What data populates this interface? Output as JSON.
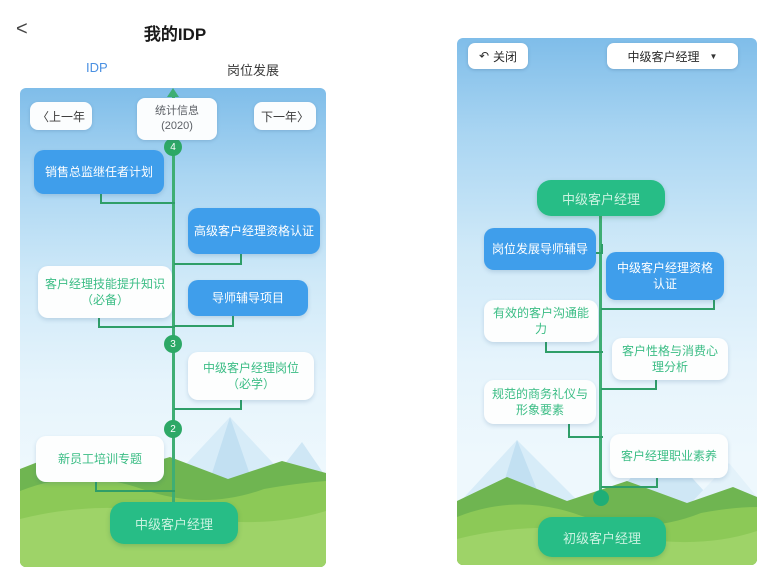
{
  "left_screen": {
    "header": {
      "back_icon": "<",
      "title": "我的IDP"
    },
    "tabs": [
      {
        "label": "IDP",
        "active": true
      },
      {
        "label": "岗位发展",
        "active": false
      }
    ],
    "year_nav": {
      "prev": "〈上一年",
      "stats_line1": "统计信息",
      "stats_line2": "(2020)",
      "next": "下一年〉"
    },
    "nodes": [
      "4",
      "3",
      "2"
    ],
    "cards": [
      {
        "label": "销售总监继任者计划",
        "style": "blue"
      },
      {
        "label": "高级客户经理资格认证",
        "style": "blue"
      },
      {
        "label": "客户经理技能提升知识（必备）",
        "style": "white"
      },
      {
        "label": "导师辅导项目",
        "style": "blue"
      },
      {
        "label": "中级客户经理岗位（必学）",
        "style": "white"
      },
      {
        "label": "新员工培训专题",
        "style": "white"
      }
    ],
    "base_pill": "中级客户经理"
  },
  "right_screen": {
    "close": {
      "icon": "↶",
      "label": "关闭"
    },
    "dropdown": {
      "value": "中级客户经理",
      "caret": "▼"
    },
    "top_pill": "中级客户经理",
    "cards": [
      {
        "label": "岗位发展导师辅导",
        "style": "blue"
      },
      {
        "label": "中级客户经理资格认证",
        "style": "blue"
      },
      {
        "label": "有效的客户沟通能力",
        "style": "white"
      },
      {
        "label": "客户性格与消费心理分析",
        "style": "white"
      },
      {
        "label": "规范的商务礼仪与形象要素",
        "style": "white"
      },
      {
        "label": "客户经理职业素养",
        "style": "white"
      }
    ],
    "bottom_pill": "初级客户经理"
  },
  "colors": {
    "accent_blue": "#3f9eeb",
    "pill_green": "#27bd86",
    "trunk_green": "#3fae74",
    "node_green": "#2da866",
    "card_text_green": "#3bbd85",
    "tab_active_blue": "#4a90e2",
    "sky_top": "#7fbde9"
  }
}
